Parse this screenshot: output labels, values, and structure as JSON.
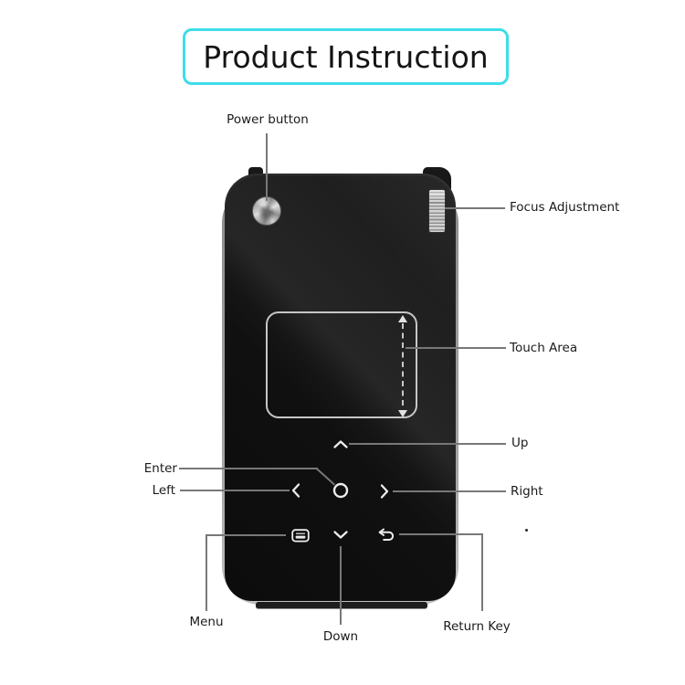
{
  "title": "Product Instruction",
  "colors": {
    "title_border": "#3EDDE9",
    "device_body": "#121212",
    "leader_line": "#787878",
    "icon_stroke": "#ECECEC",
    "touch_border": "#C6C6C6",
    "background": "#FFFFFF"
  },
  "labels": {
    "power": "Power button",
    "focus": "Focus Adjustment",
    "touch": "Touch Area",
    "up": "Up",
    "enter": "Enter",
    "left": "Left",
    "right": "Right",
    "menu": "Menu",
    "down": "Down",
    "return_key": "Return Key"
  },
  "icons": [
    "power-button",
    "focus-wheel",
    "touch-area",
    "scroll-indicator",
    "chevron-up-icon",
    "chevron-down-icon",
    "chevron-left-icon",
    "chevron-right-icon",
    "enter-circle-icon",
    "menu-icon",
    "return-icon"
  ]
}
